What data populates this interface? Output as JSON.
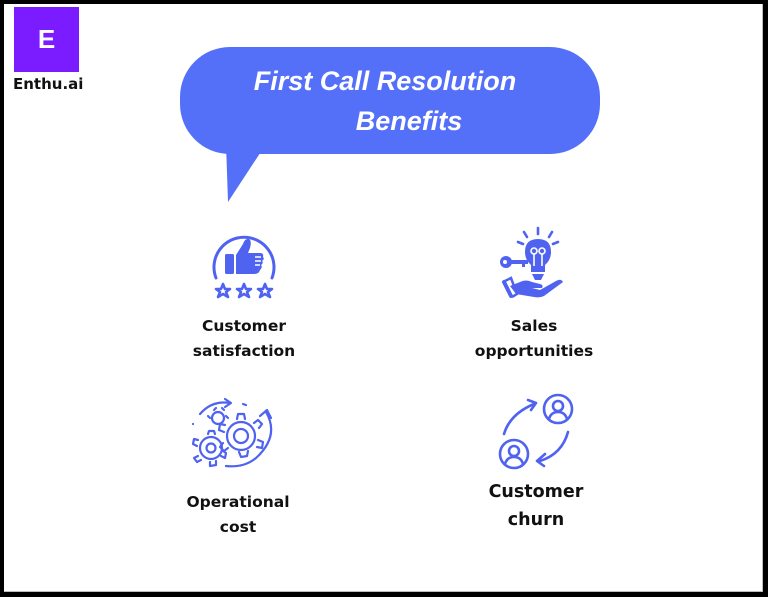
{
  "brand": {
    "logo_letter": "E",
    "name": "Enthu.ai",
    "color": "#7a1cff"
  },
  "header": {
    "title_line1": "First Call Resolution",
    "title_line2": "Benefits",
    "bubble_color": "#5570f8"
  },
  "benefits": [
    {
      "icon": "thumbs-up-stars-icon",
      "line1": "Customer",
      "line2": "satisfaction"
    },
    {
      "icon": "lightbulb-key-hand-icon",
      "line1": "Sales",
      "line2": "opportunities"
    },
    {
      "icon": "gears-cycle-icon",
      "line1": "Operational",
      "line2": "cost"
    },
    {
      "icon": "users-exchange-icon",
      "line1": "Customer",
      "line2": "churn"
    }
  ],
  "colors": {
    "icon_blue": "#4f63f0",
    "text": "#111111",
    "frame": "#000000"
  }
}
